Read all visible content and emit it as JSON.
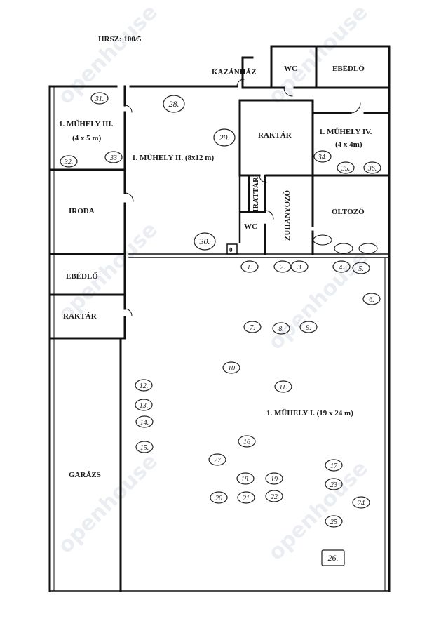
{
  "header": {
    "parcel": "HRSZ: 100/5"
  },
  "rooms": {
    "kazanhaz": "KAZÁNHÁZ",
    "wc_top": "WC",
    "ebedlo_top": "EBÉDLŐ",
    "muhely3_title": "1. MŰHELY III.",
    "muhely3_size": "(4 x 5 m)",
    "muhely2": "1. MŰHELY II. (8x12 m)",
    "raktar_mid": "RAKTÁR",
    "muhely4_title": "1. MŰHELY IV.",
    "muhely4_size": "(4 x 4m)",
    "irattar": "IRATTÁR",
    "zuhanyozo": "ZUHANYOZÓ",
    "oltozo": "ÖLTÖZŐ",
    "wc_mid": "WC",
    "iroda": "IRODA",
    "ebedlo_left": "EBÉDLŐ",
    "raktar_left": "RAKTÁR",
    "garazs": "GARÁZS",
    "muhely1": "1. MŰHELY I. (19 x 24 m)",
    "small_zero": "0"
  },
  "markers": [
    "1.",
    "2.",
    "3",
    "4.",
    "5.",
    "6.",
    "7.",
    "8.",
    "9.",
    "10",
    "11.",
    "12.",
    "13.",
    "14.",
    "15.",
    "16",
    "17",
    "18.",
    "19",
    "20",
    "21",
    "22",
    "23",
    "24",
    "25",
    "26.",
    "27",
    "28.",
    "29.",
    "30.",
    "31.",
    "32.",
    "33",
    "34.",
    "35.",
    "36."
  ],
  "watermark": {
    "text": "openhouse"
  }
}
